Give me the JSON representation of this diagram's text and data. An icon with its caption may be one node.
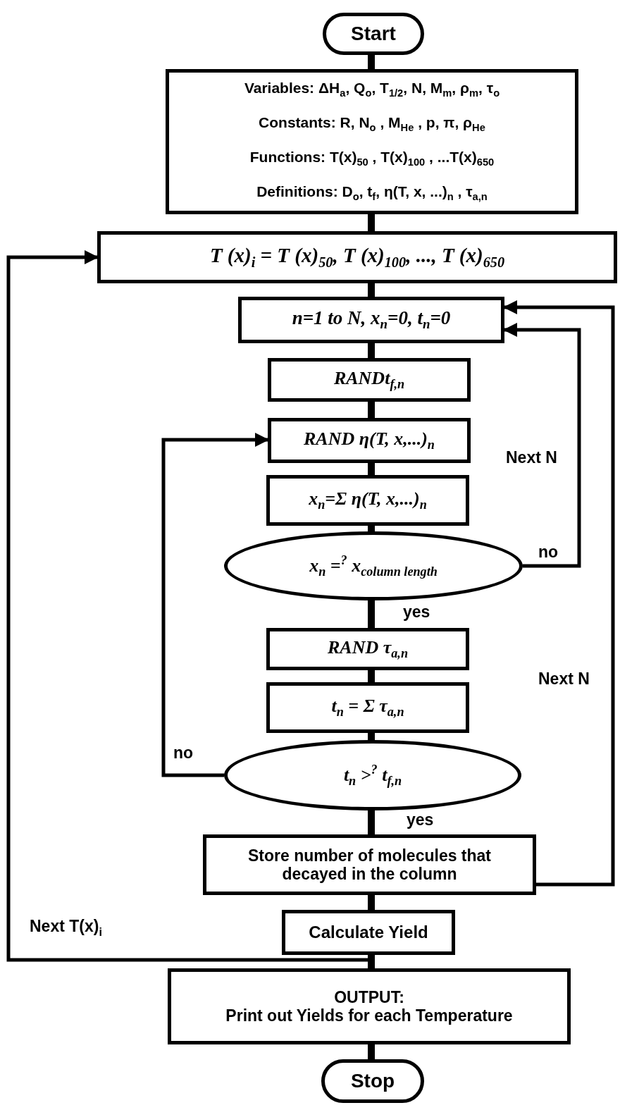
{
  "diagram": {
    "nodes": [
      {
        "text": [
          "Start"
        ]
      },
      {
        "text": [
          "Variables: ΔH$_{a}$, Q$_{o}$, T$_{1/2}$, N, M$_{m}$, ρ$_{m}$, τ$_{o}$",
          "Constants: R, N$_{o}$ , M$_{He}$ , p, π, ρ$_{He}$",
          "Functions: T(x)$_{50}$ , T(x)$_{100}$ , ...T(x)$_{650}$",
          "Definitions: D$_{o}$, t$_{f}$, η(T, x, ...)$_{n}$ , τ$_{a,n}$"
        ]
      },
      {
        "text": [
          "T (x)$_{i}$ = T (x)$_{50}$, T (x)$_{100}$, ..., T (x)$_{650}$"
        ]
      },
      {
        "text": [
          "n=1 to N, x$_{n}$=0, t$_{n}$=0"
        ]
      },
      {
        "text": [
          "RANDt$_{f,n}$"
        ]
      },
      {
        "text": [
          "RAND η(T, x,...)$_{n}$"
        ]
      },
      {
        "text": [
          "x$_{n}$=Σ η(T, x,...)$_{n}$"
        ]
      },
      {
        "text": [
          "x$_{n}$ =$^{?}$ x$_{column length}$"
        ]
      },
      {
        "text": [
          "RAND τ$_{a,n}$"
        ]
      },
      {
        "text": [
          "t$_{n}$ = Σ τ$_{a,n}$"
        ]
      },
      {
        "text": [
          "t$_{n}$ >$^{?}$ t$_{f,n}$"
        ]
      },
      {
        "text": [
          "Store number of molecules that decayed in the column"
        ]
      },
      {
        "text": [
          "Calculate Yield"
        ]
      },
      {
        "text": [
          "OUTPUT:",
          "Print out Yields for each Temperature"
        ]
      },
      {
        "text": [
          "Stop"
        ]
      }
    ],
    "edges": [
      {
        "from": 0,
        "to": 1,
        "arrow": "none"
      },
      {
        "from": 1,
        "to": 2,
        "arrow": "none"
      },
      {
        "from": 2,
        "to": 3,
        "arrow": "none"
      },
      {
        "from": 3,
        "to": 4,
        "arrow": "none"
      },
      {
        "from": 4,
        "to": 5,
        "arrow": "none"
      },
      {
        "from": 5,
        "to": 6,
        "arrow": "none"
      },
      {
        "from": 6,
        "to": 7,
        "arrow": "none"
      },
      {
        "from": 7,
        "to": 8,
        "arrow": "none",
        "label": "yes"
      },
      {
        "from": 8,
        "to": 9,
        "arrow": "none"
      },
      {
        "from": 9,
        "to": 10,
        "arrow": "none"
      },
      {
        "from": 10,
        "to": 11,
        "arrow": "none",
        "label": "yes"
      },
      {
        "from": 11,
        "to": 12,
        "arrow": "none"
      },
      {
        "from": 12,
        "to": 13,
        "arrow": "none"
      },
      {
        "from": 13,
        "to": 14,
        "arrow": "none"
      },
      {
        "from": 7,
        "to": 3,
        "arrow": "to",
        "label": "no"
      },
      {
        "from": 11,
        "to": 3,
        "arrow": "to",
        "label": "Next N"
      },
      {
        "from": 10,
        "to": 5,
        "arrow": "to",
        "label": "no"
      },
      {
        "from": 12,
        "to": 2,
        "arrow": "to",
        "label": "Next T(x)$_{i}$"
      }
    ],
    "labels": [
      "Next N"
    ]
  }
}
